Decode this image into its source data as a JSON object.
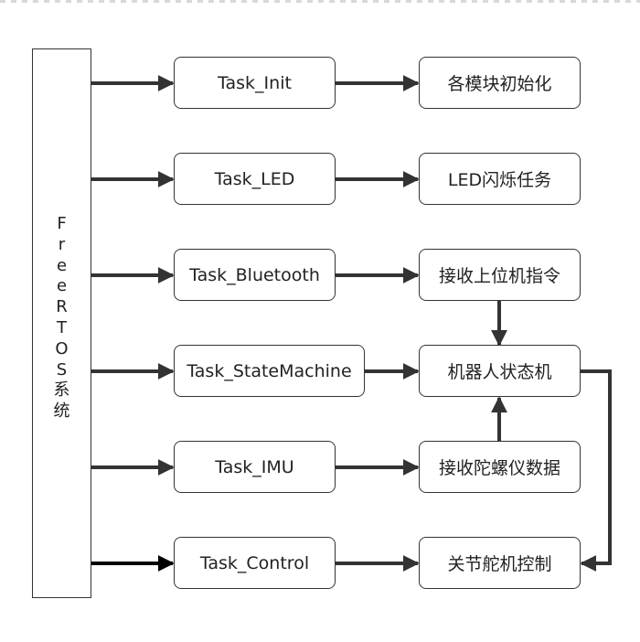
{
  "freertos": {
    "label_chars": [
      "F",
      "r",
      "e",
      "e",
      "R",
      "T",
      "O",
      "S",
      "系",
      "统"
    ]
  },
  "tasks": [
    {
      "label": "Task_Init"
    },
    {
      "label": "Task_LED"
    },
    {
      "label": "Task_Bluetooth"
    },
    {
      "label": "Task_StateMachine"
    },
    {
      "label": "Task_IMU"
    },
    {
      "label": "Task_Control"
    }
  ],
  "functions": [
    {
      "label": "各模块初始化"
    },
    {
      "label": "LED闪烁任务"
    },
    {
      "label": "接收上位机指令"
    },
    {
      "label": "机器人状态机"
    },
    {
      "label": "接收陀螺仪数据"
    },
    {
      "label": "关节舵机控制"
    }
  ],
  "style": {
    "arrow_color": "#333333",
    "border_color": "#333333",
    "text_color": "#222222",
    "background": "#ffffff"
  }
}
